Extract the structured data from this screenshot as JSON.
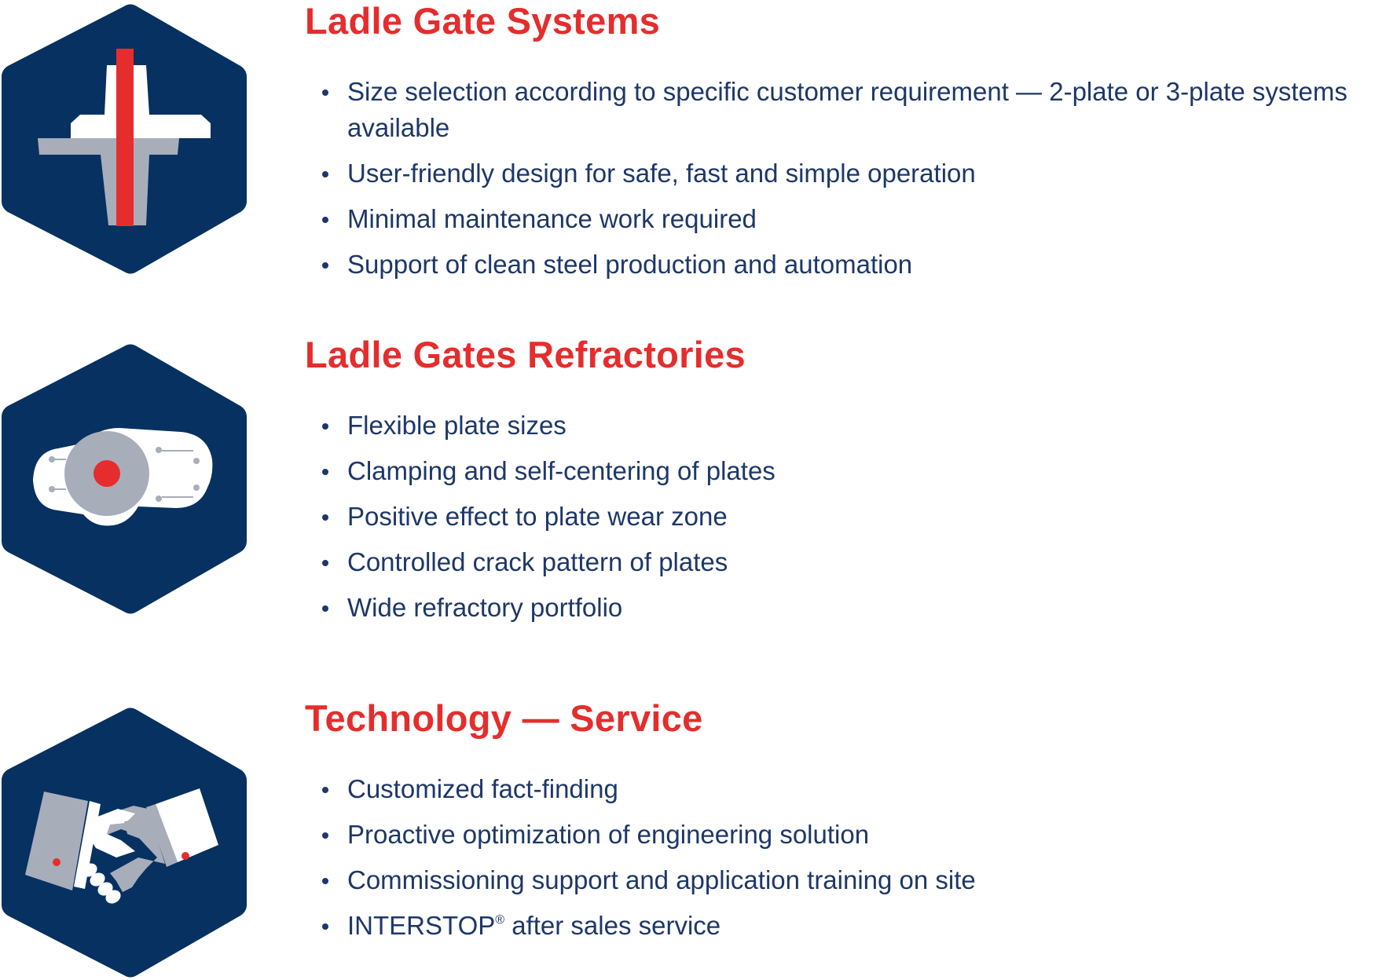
{
  "colors": {
    "navy": "#063160",
    "red": "#e52d2d",
    "gray": "#a8adba",
    "white": "#ffffff",
    "text": "#1d3768"
  },
  "sections": [
    {
      "icon": "ladle-gate-cross-icon",
      "title": "Ladle Gate Systems",
      "bullets": [
        "Size selection according to specific customer requirement — 2-plate or 3-plate systems available",
        "User-friendly design for safe, fast and simple operation",
        "Minimal maintenance work required",
        "Support of clean steel production and automation"
      ]
    },
    {
      "icon": "refractory-plate-icon",
      "title": "Ladle Gates Refractories",
      "bullets": [
        "Flexible plate sizes",
        "Clamping and self-centering of plates",
        "Positive effect to plate wear zone",
        "Controlled crack pattern of plates",
        "Wide refractory portfolio"
      ]
    },
    {
      "icon": "handshake-icon",
      "title": "Technology — Service",
      "bullets": [
        "Customized fact-finding",
        "Proactive optimization of engineering solution",
        "Commissioning support and application training on site"
      ],
      "last_bullet": {
        "brand": "INTERSTOP",
        "reg_mark": "®",
        "text": " after sales service"
      }
    }
  ]
}
